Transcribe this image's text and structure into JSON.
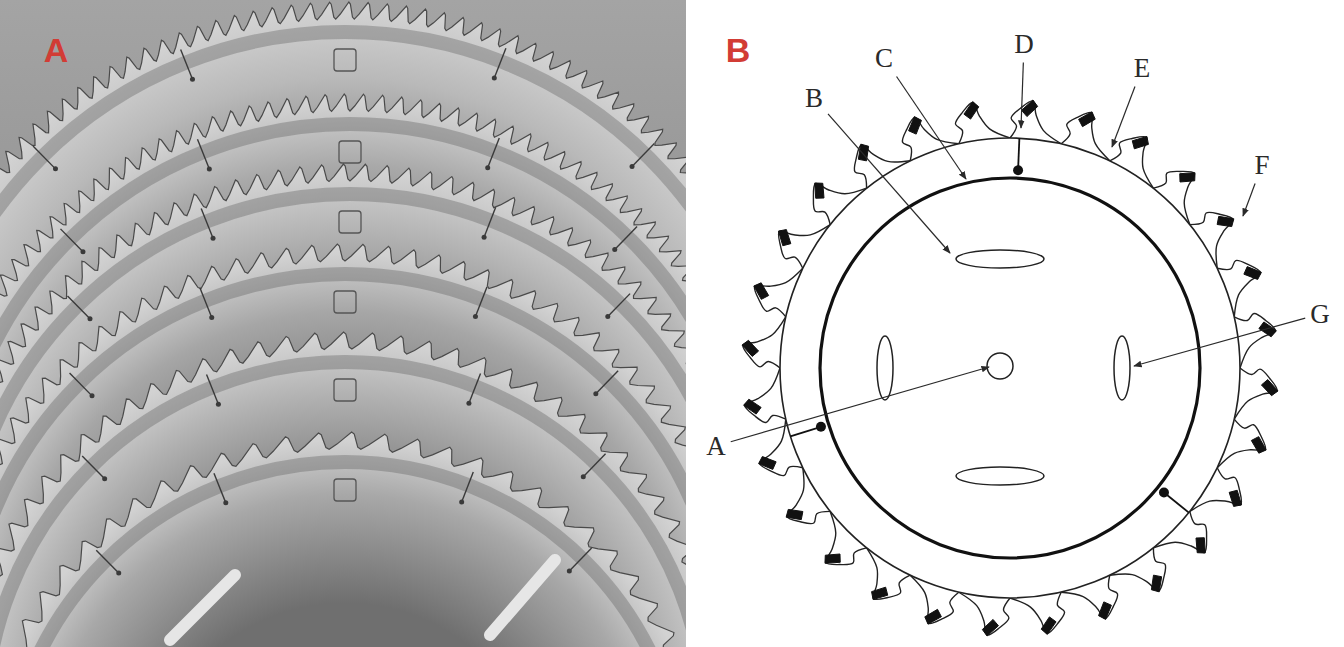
{
  "diagram": {
    "labels": [
      "A",
      "B",
      "A",
      "B",
      "C",
      "D",
      "E",
      "F",
      "G"
    ]
  }
}
